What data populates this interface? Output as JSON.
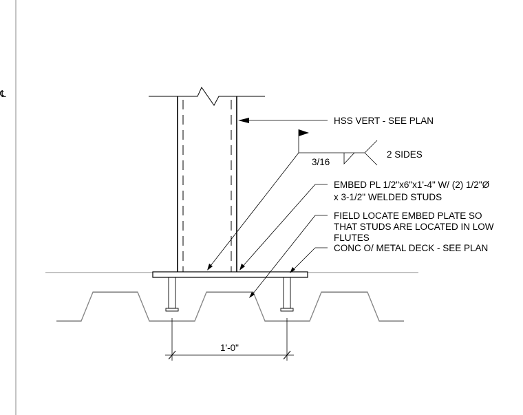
{
  "drawing": {
    "centerline_symbol": "℄",
    "labels": {
      "hss": "HSS VERT - SEE PLAN",
      "weld_sides": "2 SIDES",
      "weld_size": "3/16",
      "embed_line1": "EMBED PL 1/2\"x6\"x1'-4\" W/ (2) 1/2\"Ø",
      "embed_line2": "x 3-1/2\" WELDED STUDS",
      "field_line1": "FIELD LOCATE EMBED PLATE SO",
      "field_line2": "THAT STUDS ARE LOCATED IN LOW",
      "field_line3": "FLUTES",
      "conc": "CONC O/ METAL DECK - SEE PLAN",
      "dimension": "1'-0\""
    }
  }
}
